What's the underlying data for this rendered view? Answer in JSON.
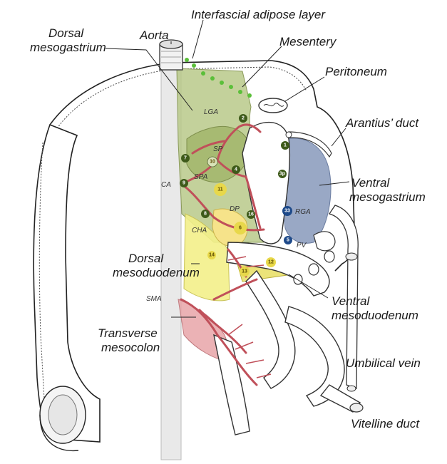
{
  "labels": {
    "interfascial": "Interfascial adipose layer",
    "dorsal_meso_1": "Dorsal",
    "dorsal_meso_2": "mesogastrium",
    "aorta": "Aorta",
    "mesentery": "Mesentery",
    "peritoneum": "Peritoneum",
    "arantius": "Arantius’ duct",
    "ventral_meso_1": "Ventral",
    "ventral_meso_2": "mesogastrium",
    "dorsal_duod_1": "Dorsal",
    "dorsal_duod_2": "mesoduodenum",
    "ventral_duod_1": "Ventral",
    "ventral_duod_2": "mesoduodenum",
    "transverse_1": "Transverse",
    "transverse_2": "mesocolon",
    "umbilical": "Umbilical vein",
    "vitelline": "Vitelline duct"
  },
  "small_labels": {
    "lga": "LGA",
    "sp": "SP",
    "spa": "SPA",
    "ca": "CA",
    "dp": "DP",
    "cha": "CHA",
    "rga": "RGA",
    "pv": "PV",
    "sma": "SMA"
  },
  "nodes": {
    "n1": "1",
    "n2": "2",
    "n3p": "3p",
    "n4": "4",
    "n5": "5",
    "n6": "6",
    "n7": "7",
    "n8": "8",
    "n9": "9",
    "n10": "10",
    "n11": "11",
    "n12": "12",
    "n13": "13",
    "n14": "14",
    "n16": "16",
    "n33": "33"
  },
  "colors": {
    "dorsal_mesogastrium": "#b9c98a",
    "ventral_mesogastrium": "#8e9fbf",
    "mesoduodenum": "#f3ef8a",
    "mesocolon": "#e8a4a8",
    "artery": "#c0505a",
    "node_green": "#3e5a1a",
    "node_blue": "#1e4a8a",
    "node_yellow": "#e8d84a"
  }
}
